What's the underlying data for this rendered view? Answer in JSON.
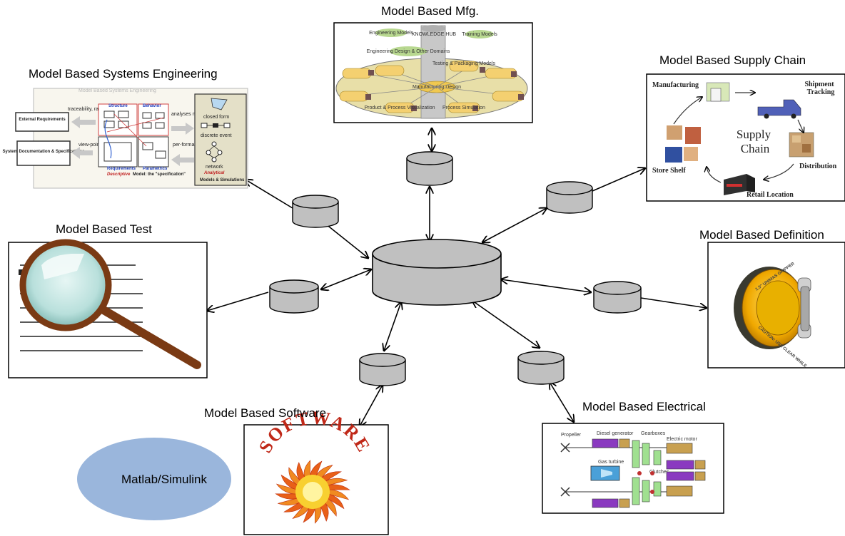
{
  "nodes": {
    "mbse": {
      "label": "Model Based Systems Engineering",
      "faded_title": "Model Based Systems Engineering",
      "items": {
        "external_requirements": "External Requirements",
        "system_docs": "System Documentation & Specifications",
        "traceability": "traceability, rationale",
        "viewpoint": "view-point",
        "structure": "Structure",
        "behavior": "Behavior",
        "requirements": "Requirements",
        "parametrics": "Parametrics",
        "descriptive": "Descriptive",
        "model_specification": "Model: the \"specification\"",
        "analyses_needs": "analyses needs",
        "performance_estimates": "per-formance estimates",
        "closed_form": "closed form",
        "discrete_event": "discrete event",
        "network": "network",
        "analytical": "Analytical",
        "models_simulations": "Models & Simulations"
      }
    },
    "mfg": {
      "label": "Model Based Mfg.",
      "items": {
        "knowledge_hub": "KNOWLEDGE HUB",
        "engineering_models": "Engineering Models",
        "training_models": "Training Models",
        "engineering_design": "Engineering Design & Other Domains",
        "manufacturing_design": "Manufacturing Design",
        "testing_packaging": "Testing & Packaging Models",
        "process_simulation": "Process Simulation",
        "product_process_visualization": "Product & Process Visualization"
      }
    },
    "supply": {
      "label": "Model Based Supply Chain",
      "items": {
        "manufacturing": "Manufacturing",
        "shipment_tracking_1": "Shipment",
        "shipment_tracking_2": "Tracking",
        "center_1": "Supply",
        "center_2": "Chain",
        "distribution": "Distribution",
        "retail_location": "Retail Location",
        "store_shelf": "Store Shelf"
      }
    },
    "test": {
      "label": "Model Based Test"
    },
    "definition": {
      "label": "Model Based Definition",
      "items": {
        "product_text_1": "1.5\" UNIMAS GRIPPER",
        "product_text_2": "CAUTION: USE CLEAR WHILE"
      }
    },
    "software": {
      "label": "Model Based Software",
      "logo_text": "SOFTWARE"
    },
    "electrical": {
      "label": "Model Based Electrical",
      "items": {
        "propeller": "Propeller",
        "diesel_generator": "Diesel generator",
        "gearboxes": "Gearboxes",
        "electric_motor": "Electric motor",
        "gas_turbine": "Gas turbine",
        "clutches": "Clutches"
      }
    },
    "matlab": {
      "label": "Matlab/Simulink"
    }
  },
  "colors": {
    "cylinder_fill": "#c0c0c0",
    "ellipse_fill": "#9ab6dc",
    "line": "#000000",
    "mbse_panel_fill": "#e4e0c8"
  }
}
